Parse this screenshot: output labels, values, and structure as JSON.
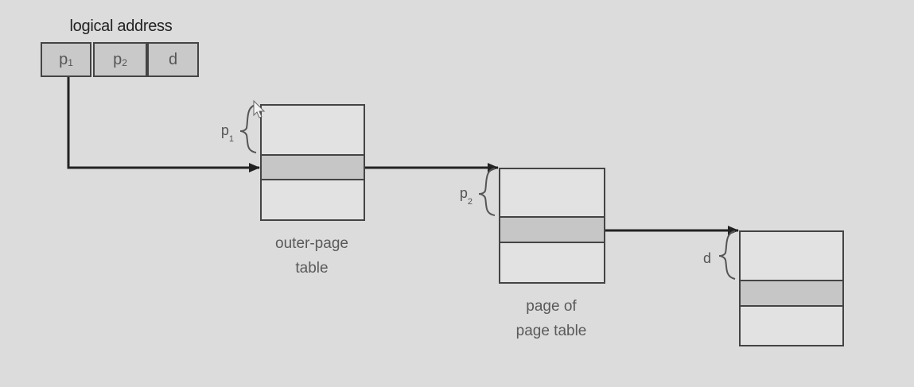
{
  "logical_address": {
    "title": "logical address",
    "fields": [
      {
        "base": "p",
        "sub": "1"
      },
      {
        "base": "p",
        "sub": "2"
      },
      {
        "base": "d",
        "sub": ""
      }
    ]
  },
  "tables": {
    "outer_page_table": {
      "line1": "outer-page",
      "line2": "table",
      "brace": {
        "base": "p",
        "sub": "1"
      }
    },
    "page_of_page_table": {
      "line1": "page of",
      "line2": "page table",
      "brace": {
        "base": "p",
        "sub": "2"
      }
    },
    "memory_page": {
      "brace": {
        "base": "d",
        "sub": ""
      }
    }
  },
  "colors": {
    "background": "#dcdcdc",
    "line": "#222222",
    "box_border": "#444444",
    "highlight_row": "#c6c6c6"
  }
}
